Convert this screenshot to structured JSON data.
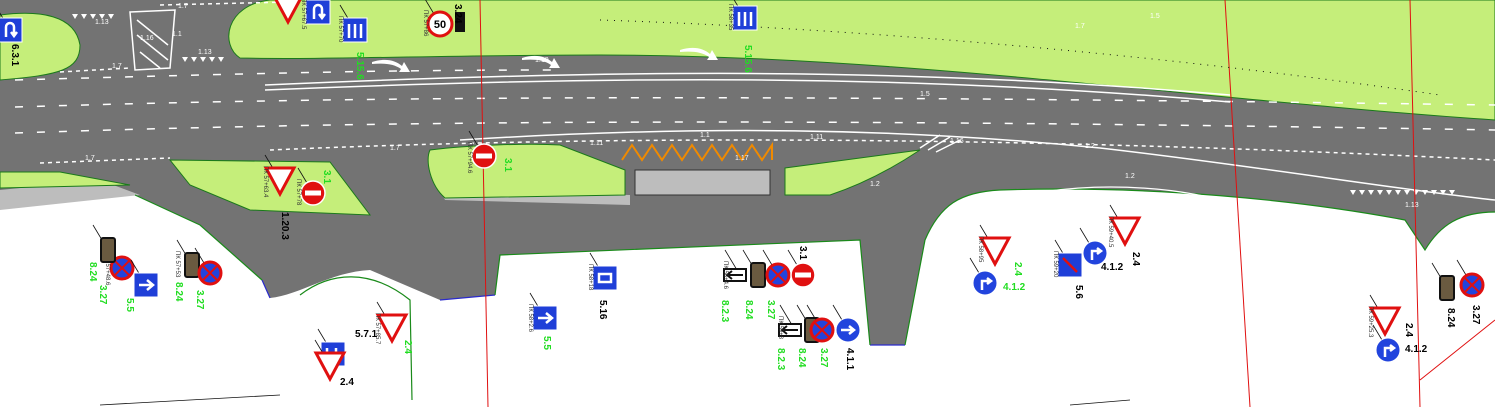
{
  "title": "Traffic organization scheme (road signs and markings)",
  "colors": {
    "road": "#737373",
    "island": "#c5ee7a",
    "island_edge": "#1a7a1a",
    "code_green": "#22dd22",
    "code_black": "#000000",
    "red_line": "#e01010",
    "marking_orange": "#f08a00",
    "sidewalk": "#bdbdbd"
  },
  "markings": [
    "1.13",
    "1.16",
    "1.1",
    "1.13",
    "1.7",
    "1.7",
    "1.7",
    "1.19",
    "1.5",
    "1.7",
    "1.7",
    "1.11",
    "1.1",
    "1.11",
    "1.17",
    "1.16",
    "1.2",
    "1.2",
    "1.2",
    "1.5",
    "1.13"
  ],
  "signs": [
    {
      "type": "info-uturn",
      "code": "6.3.1",
      "code_color": "black",
      "pk": "ПК 57+52.7"
    },
    {
      "type": "yield",
      "code": "",
      "code_color": "black",
      "pk": ""
    },
    {
      "type": "info-uturn",
      "code": "",
      "code_color": "black",
      "pk": "ПК 57+67.5"
    },
    {
      "type": "lanes",
      "code": "5.15.6",
      "code_color": "green",
      "pk": "ПК 57+70"
    },
    {
      "type": "speed",
      "code": "3.24",
      "code_color": "black",
      "pk": "ПК 57+86",
      "value": "50"
    },
    {
      "type": "lanes",
      "code": "5.15.6",
      "code_color": "green",
      "pk": "ПК 58+35"
    },
    {
      "type": "no-entry",
      "code": "3.1",
      "code_color": "green",
      "pk": "ПК 57+94.6"
    },
    {
      "type": "yield",
      "code": "1.20.3",
      "code_color": "black",
      "pk": "ПК 57+63.4"
    },
    {
      "type": "no-entry",
      "code": "3.1",
      "code_color": "green",
      "pk": "ПК 57+78"
    },
    {
      "type": "no-stopping",
      "code": "3.27",
      "code_color": "green",
      "pk": "ПК 57+48.6"
    },
    {
      "type": "plate",
      "code": "8.24",
      "code_color": "green",
      "pk": ""
    },
    {
      "type": "one-way",
      "code": "5.5",
      "code_color": "green",
      "pk": ""
    },
    {
      "type": "plate",
      "code": "8.24",
      "code_color": "green",
      "pk": "ПК 57+53"
    },
    {
      "type": "no-stopping",
      "code": "3.27",
      "code_color": "green",
      "pk": ""
    },
    {
      "type": "yield",
      "code": "2.4",
      "code_color": "green",
      "pk": "ПК 57+85.7"
    },
    {
      "type": "lane-begin",
      "code": "5.7.1",
      "code_color": "black",
      "pk": ""
    },
    {
      "type": "yield",
      "code": "2.4",
      "code_color": "black",
      "pk": ""
    },
    {
      "type": "one-way",
      "code": "5.5",
      "code_color": "green",
      "pk": "ПК 58+2.6"
    },
    {
      "type": "bus",
      "code": "5.16",
      "code_color": "black",
      "pk": "ПК 58+18"
    },
    {
      "type": "arrow-plate",
      "code": "8.2.3",
      "code_color": "green",
      "pk": "ПК 58+4.6"
    },
    {
      "type": "plate",
      "code": "8.24",
      "code_color": "green",
      "pk": ""
    },
    {
      "type": "no-stopping",
      "code": "3.27",
      "code_color": "green",
      "pk": ""
    },
    {
      "type": "no-entry",
      "code": "3.1",
      "code_color": "black",
      "pk": ""
    },
    {
      "type": "arrow-plate",
      "code": "8.2.3",
      "code_color": "green",
      "pk": "ПК 59+8"
    },
    {
      "type": "plate",
      "code": "8.24",
      "code_color": "green",
      "pk": ""
    },
    {
      "type": "no-stopping",
      "code": "3.27",
      "code_color": "green",
      "pk": ""
    },
    {
      "type": "straight",
      "code": "4.1.1",
      "code_color": "black",
      "pk": ""
    },
    {
      "type": "yield",
      "code": "2.4",
      "code_color": "green",
      "pk": "ПК 58+95"
    },
    {
      "type": "right-turn",
      "code": "4.1.2",
      "code_color": "green",
      "pk": ""
    },
    {
      "type": "dead-end",
      "code": "5.6",
      "code_color": "black",
      "pk": "ПК 59+20"
    },
    {
      "type": "right-turn",
      "code": "4.1.2",
      "code_color": "black",
      "pk": ""
    },
    {
      "type": "yield",
      "code": "2.4",
      "code_color": "black",
      "pk": "ПК 59+40.5"
    },
    {
      "type": "plate",
      "code": "8.24",
      "code_color": "black",
      "pk": ""
    },
    {
      "type": "no-stopping",
      "code": "3.27",
      "code_color": "black",
      "pk": ""
    },
    {
      "type": "yield",
      "code": "2.4",
      "code_color": "black",
      "pk": "ПК 59+25.3"
    },
    {
      "type": "right-turn",
      "code": "4.1.2",
      "code_color": "black",
      "pk": ""
    }
  ]
}
